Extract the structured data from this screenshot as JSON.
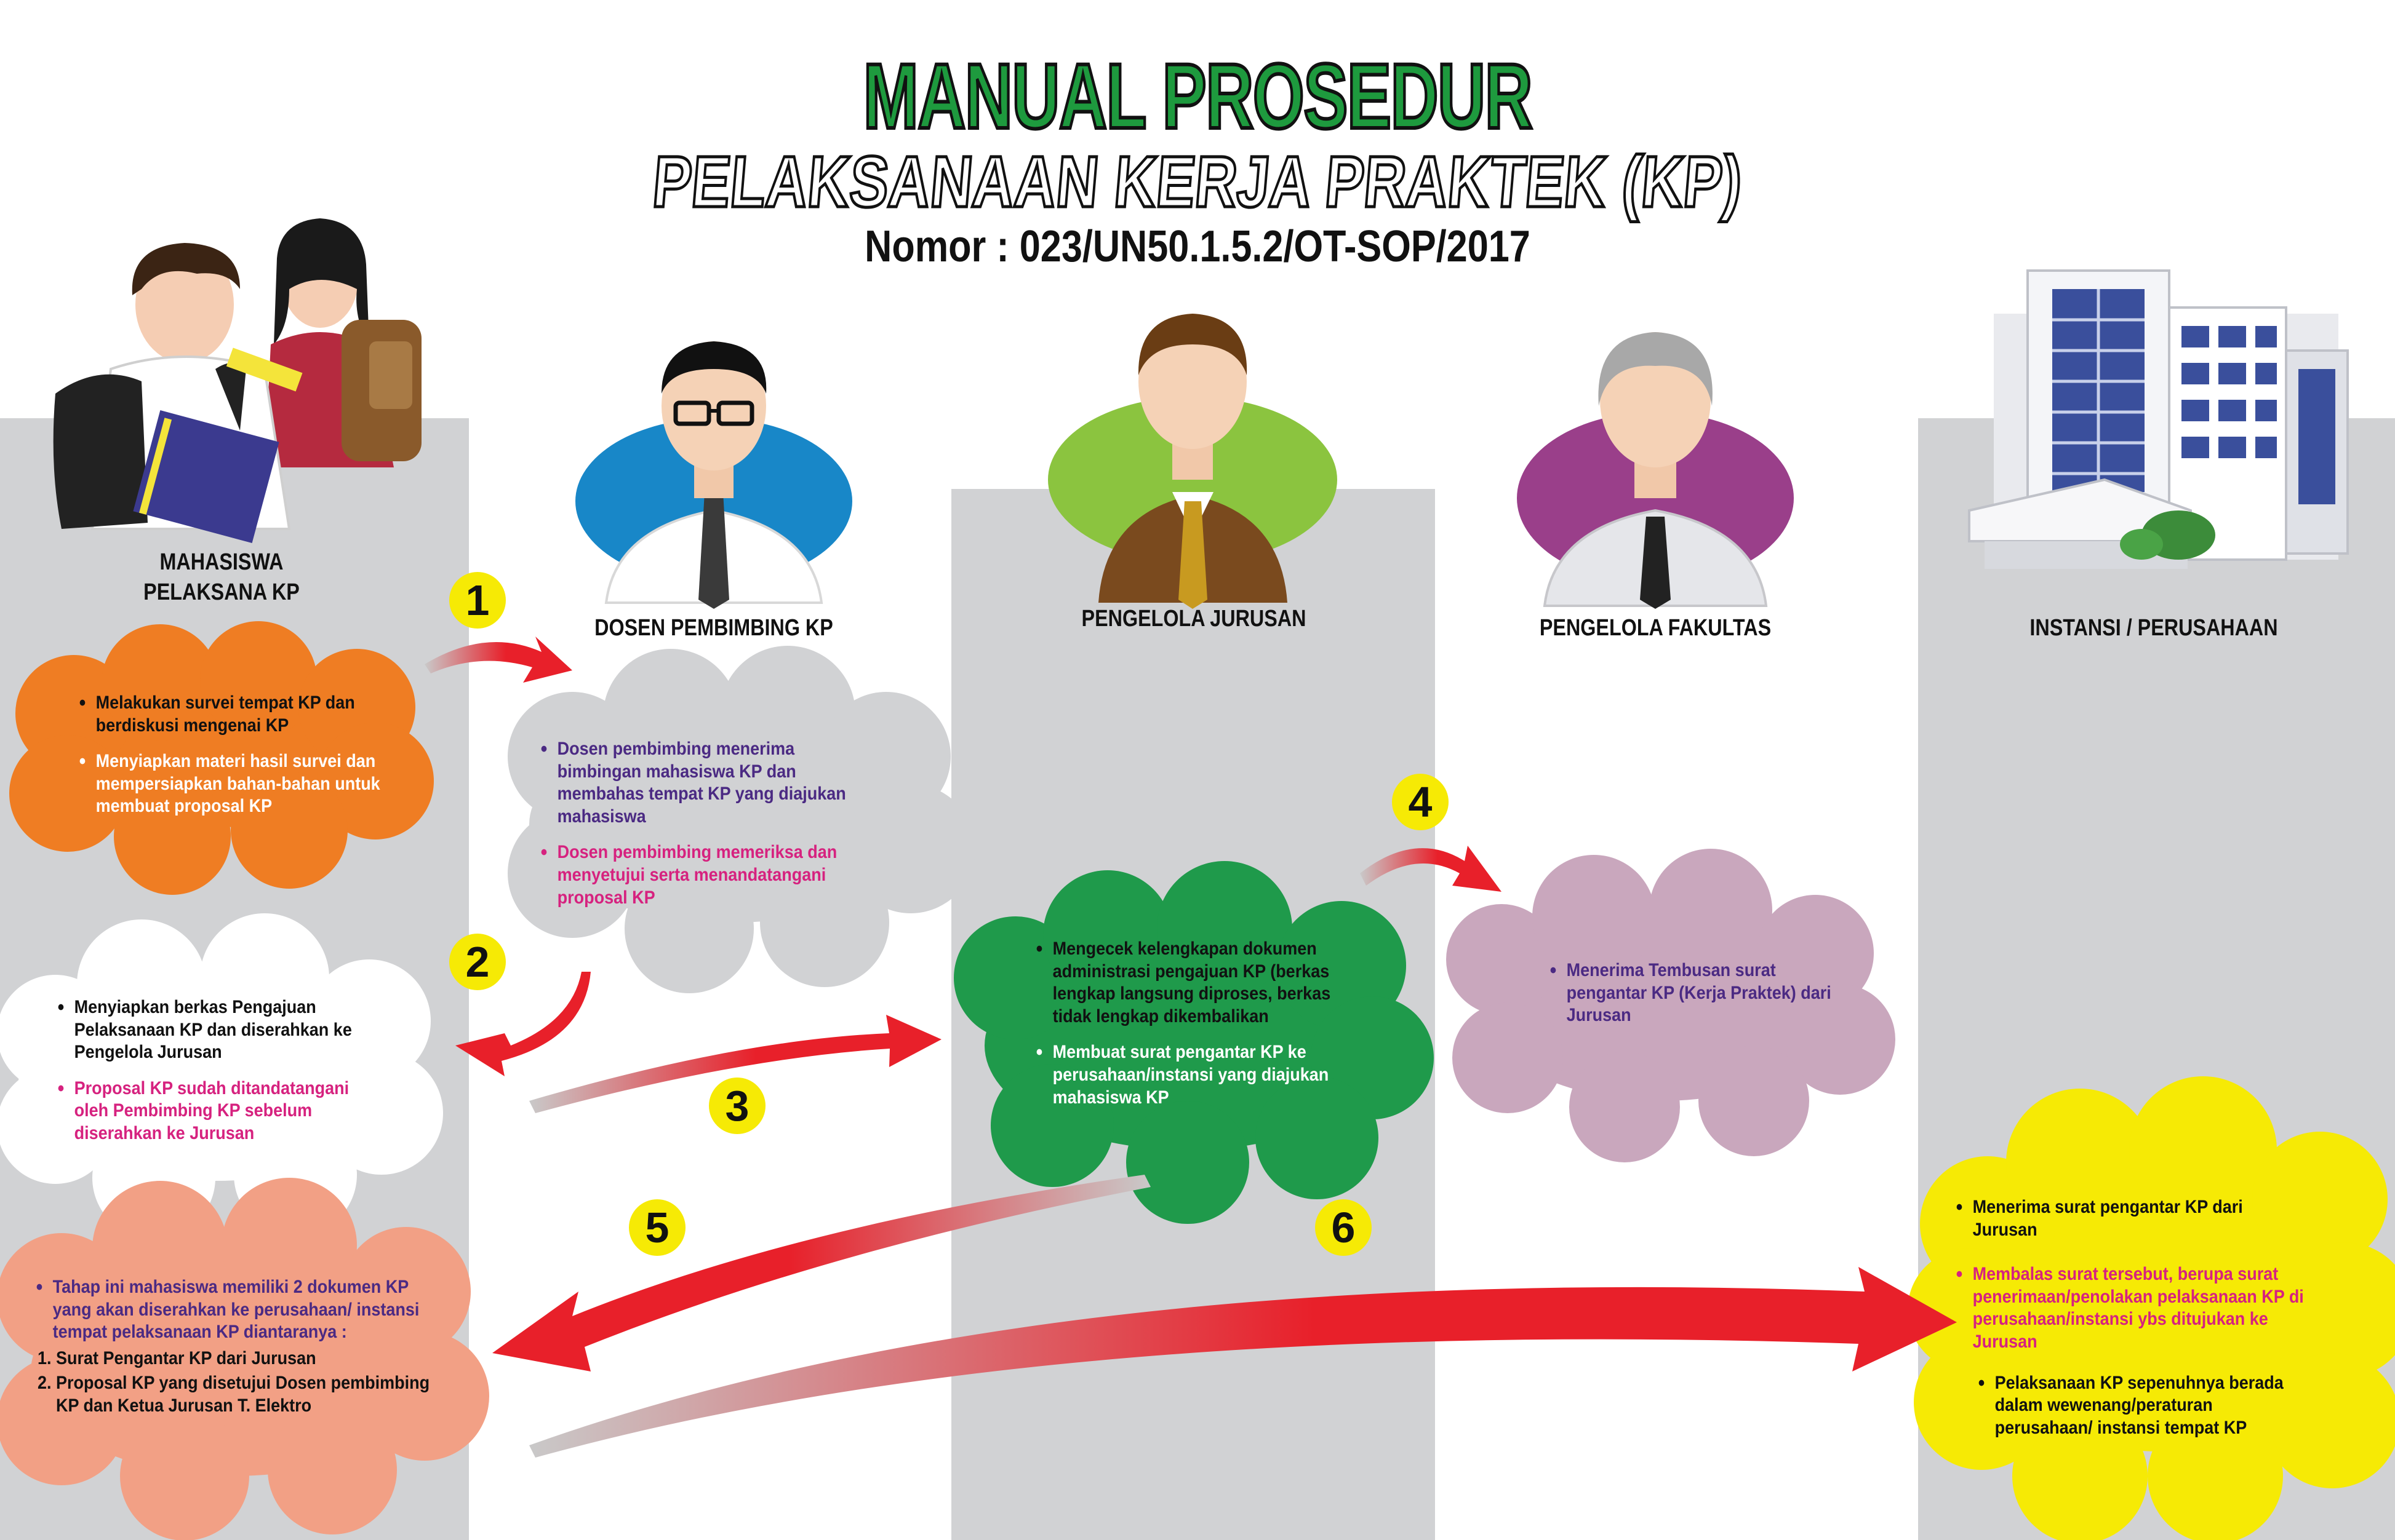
{
  "title": {
    "line1": "MANUAL PROSEDUR",
    "line2": "PELAKSANAAN KERJA PRAKTEK (KP)",
    "line3": "Nomor : 023/UN50.1.5.2/OT-SOP/2017"
  },
  "actors": [
    {
      "label": "MAHASISWA PELAKSANA KP"
    },
    {
      "label": "DOSEN PEMBIMBING KP"
    },
    {
      "label": "PENGELOLA JURUSAN"
    },
    {
      "label": "PENGELOLA FAKULTAS"
    },
    {
      "label": "INSTANSI / PERUSAHAAN"
    }
  ],
  "steps": [
    "1",
    "2",
    "3",
    "4",
    "5",
    "6"
  ],
  "boxes": {
    "mhs1": {
      "color": "#ef7d23",
      "items": [
        "Melakukan survei tempat KP dan berdiskusi mengenai KP",
        "Menyiapkan materi hasil survei dan mempersiapkan bahan-bahan untuk membuat proposal KP"
      ]
    },
    "dosen": {
      "color": "#d1d2d4",
      "items": [
        "Dosen pembimbing menerima bimbingan mahasiswa KP dan membahas tempat KP yang diajukan mahasiswa",
        "Dosen pembimbing memeriksa dan menyetujui serta menandatangani proposal KP"
      ]
    },
    "mhs2": {
      "color": "#ffffff",
      "items": [
        "Menyiapkan berkas Pengajuan Pelaksanaan KP dan diserahkan ke Pengelola Jurusan",
        "Proposal KP sudah ditandatangani oleh Pembimbing KP sebelum diserahkan ke Jurusan"
      ]
    },
    "jurusan": {
      "color": "#1f9a4b",
      "items": [
        "Mengecek kelengkapan dokumen administrasi pengajuan KP (berkas lengkap langsung diproses, berkas tidak lengkap dikembalikan",
        "Membuat surat pengantar KP ke perusahaan/instansi yang diajukan mahasiswa KP"
      ]
    },
    "fakultas": {
      "color": "#c9a7bd",
      "items": [
        "Menerima Tembusan surat pengantar KP (Kerja Praktek) dari Jurusan"
      ]
    },
    "mhs3": {
      "color": "#f2a085",
      "intro": "Tahap ini mahasiswa memiliki 2 dokumen KP yang akan diserahkan ke perusahaan/ instansi tempat pelaksanaan KP diantaranya :",
      "docs": [
        "Surat Pengantar KP dari Jurusan",
        "Proposal KP yang disetujui Dosen pembimbing KP dan Ketua Jurusan T. Elektro"
      ]
    },
    "instansi": {
      "color": "#f6ea05",
      "items": [
        "Menerima surat pengantar KP dari Jurusan",
        "Membalas surat tersebut, berupa surat penerimaan/penolakan pelaksanaan KP di perusahaan/instansi ybs ditujukan ke Jurusan",
        "Pelaksanaan KP sepenuhnya berada dalam wewenang/peraturan perusahaan/ instansi tempat KP"
      ]
    }
  },
  "colors": {
    "title_green": "#1e9a3e",
    "arrow_red": "#e8202a",
    "lane_gray": "#d1d2d4",
    "step_yellow": "#f6ea05",
    "magenta_text": "#d6227f",
    "purple_text": "#4b2a83"
  }
}
